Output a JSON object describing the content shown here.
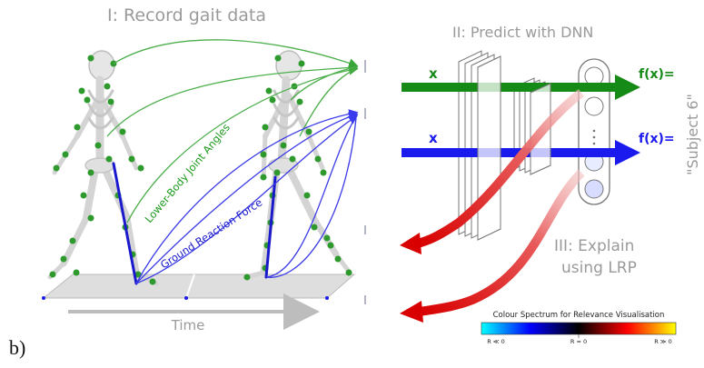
{
  "section1": {
    "title": "I: Record gait data",
    "label_joint_angles": "Lower-Body Joint Angles",
    "label_grf": "Ground Reaction Force",
    "time_label": "Time"
  },
  "section2": {
    "title": "II: Predict with DNN",
    "input_top": "x",
    "input_bottom": "x",
    "output_top": "f(x)=",
    "output_bottom": "f(x)=",
    "prediction": "\"Subject 6\""
  },
  "section3": {
    "title_line1": "III: Explain",
    "title_line2": "using LRP"
  },
  "colorbar": {
    "title": "Colour Spectrum for Relevance Visualisation",
    "tick_left": "R ≪ 0",
    "tick_mid": "R ≈ 0",
    "tick_right": "R ≫ 0"
  },
  "panel_label": "b)",
  "colors": {
    "green": "#168a16",
    "blue": "#1a1aee",
    "red": "#e01010",
    "gray_text": "#9a9a9a",
    "floor": "#d9d9d9"
  }
}
